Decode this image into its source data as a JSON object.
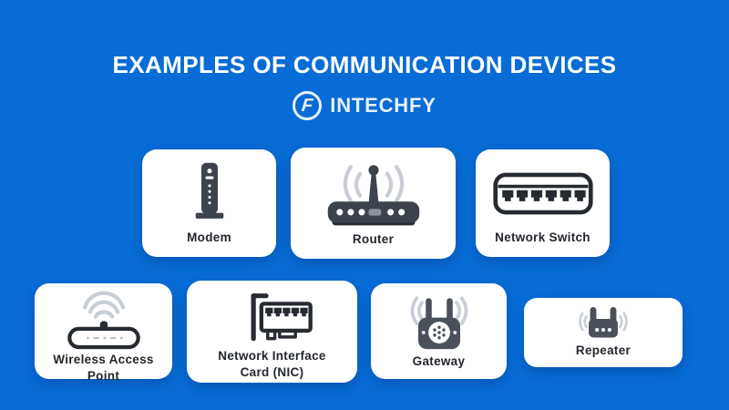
{
  "header": {
    "title": "EXAMPLES OF COMMUNICATION DEVICES",
    "logo_letter": "F",
    "logo_text": "INTECHFY"
  },
  "cards": {
    "row1": [
      {
        "label": "Modem",
        "icon": "modem-icon"
      },
      {
        "label": "Router",
        "icon": "router-icon"
      },
      {
        "label": "Network Switch",
        "icon": "network-switch-icon"
      }
    ],
    "row2": [
      {
        "label": "Wireless Access Point",
        "icon": "wireless-access-point-icon"
      },
      {
        "label": "Network Interface Card (NIC)",
        "icon": "network-interface-card-icon"
      },
      {
        "label": "Gateway",
        "icon": "gateway-icon"
      },
      {
        "label": "Repeater",
        "icon": "repeater-icon"
      }
    ]
  },
  "colors": {
    "background": "#086cd6",
    "card_background": "#ffffff",
    "title_text": "#ffffff",
    "logo_text": "#e8f0fa",
    "label_text": "#23272d",
    "icon_dark": "#3d434d",
    "icon_outline": "#262b31",
    "icon_slate": "#4b515b",
    "wave_gray": "#c9ced6"
  }
}
